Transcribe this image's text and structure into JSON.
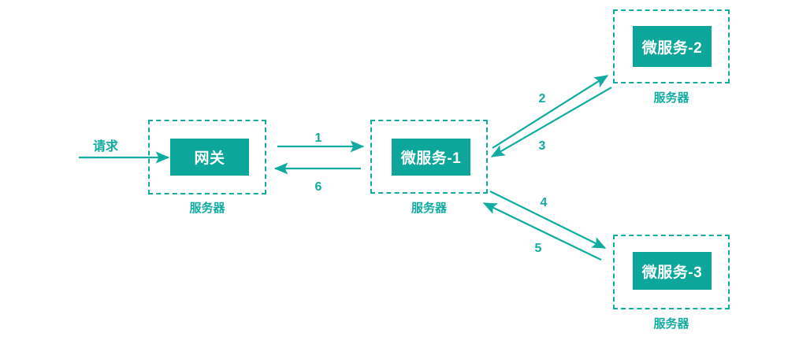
{
  "diagram": {
    "title": "microservice-request-flow",
    "accent_color": "#12ABA0",
    "node_fill": "#0CA79A",
    "node_text_color": "#FFFFFF",
    "background": "#FFFFFF",
    "request_label": "请求",
    "zones": [
      {
        "id": "gateway",
        "caption": "服务器",
        "node": "网关"
      },
      {
        "id": "ms1",
        "caption": "服务器",
        "node": "微服务-1"
      },
      {
        "id": "ms2",
        "caption": "服务器",
        "node": "微服务-2"
      },
      {
        "id": "ms3",
        "caption": "服务器",
        "node": "微服务-3"
      }
    ],
    "edges": [
      {
        "id": "e1",
        "label": "1",
        "from": "gateway",
        "to": "ms1"
      },
      {
        "id": "e2",
        "label": "2",
        "from": "ms1",
        "to": "ms2"
      },
      {
        "id": "e3",
        "label": "3",
        "from": "ms2",
        "to": "ms1"
      },
      {
        "id": "e4",
        "label": "4",
        "from": "ms1",
        "to": "ms3"
      },
      {
        "id": "e5",
        "label": "5",
        "from": "ms3",
        "to": "ms1"
      },
      {
        "id": "e6",
        "label": "6",
        "from": "ms1",
        "to": "gateway"
      }
    ]
  }
}
